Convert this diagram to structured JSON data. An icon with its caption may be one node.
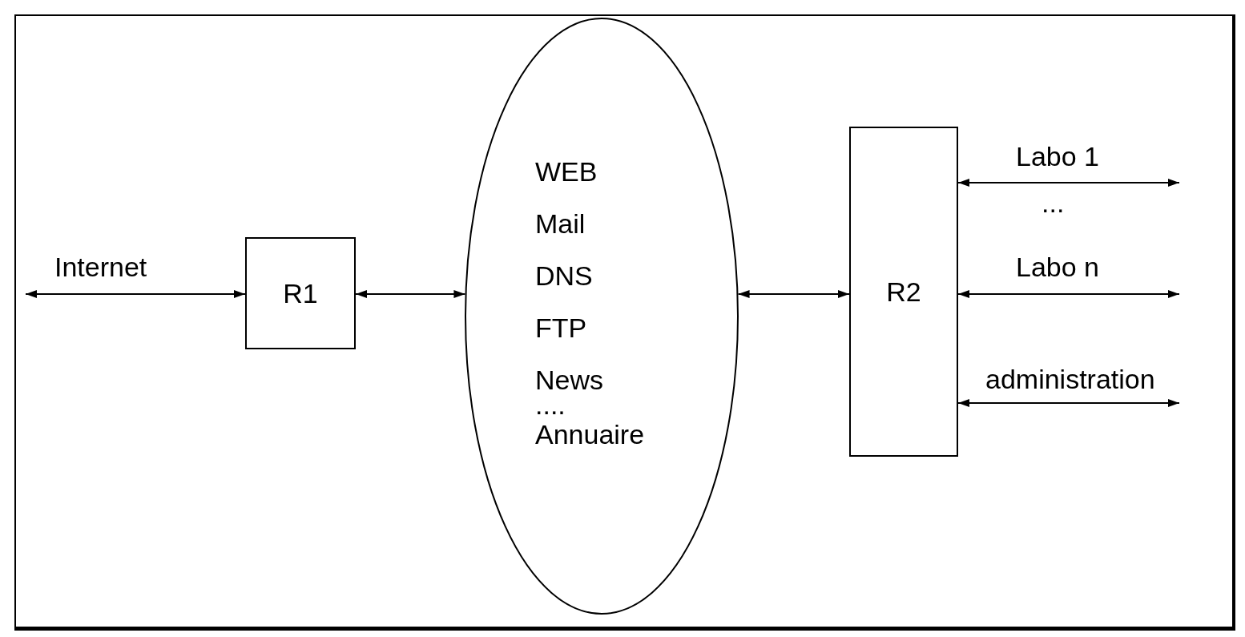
{
  "diagram": {
    "nodes": [
      {
        "text": [
          "R1"
        ]
      },
      {
        "text": [
          "WEB",
          "Mail",
          "DNS",
          "FTP",
          "News",
          "....",
          "Annuaire"
        ]
      },
      {
        "text": [
          "R2"
        ]
      }
    ],
    "edges": [
      {
        "from": null,
        "to": 0,
        "arrow": "both",
        "label": "Internet"
      },
      {
        "from": 0,
        "to": 1,
        "arrow": "both"
      },
      {
        "from": 1,
        "to": 2,
        "arrow": "both"
      },
      {
        "from": 2,
        "to": null,
        "arrow": "both",
        "label": "Labo 1"
      },
      {
        "from": 2,
        "to": null,
        "arrow": "both",
        "label": "Labo n"
      },
      {
        "from": 2,
        "to": null,
        "arrow": "both",
        "label": "administration"
      }
    ],
    "labels": [
      "..."
    ]
  }
}
